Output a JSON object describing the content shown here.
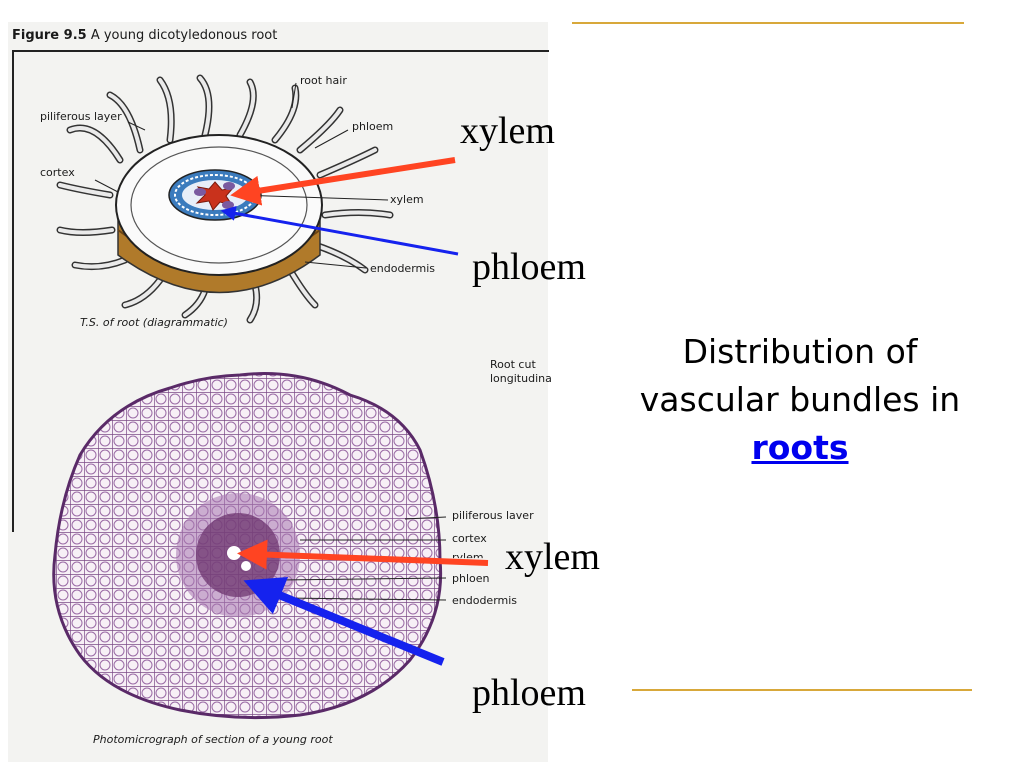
{
  "figure": {
    "number": "Figure 9.5",
    "title": "A young dicotyledonous root",
    "diagram_labels": {
      "root_hair": "root hair",
      "piliferous_layer": "piliferous layer",
      "phloem": "phloem",
      "cortex": "cortex",
      "xylem": "xylem",
      "endodermis": "endodermis"
    },
    "diagram_caption": "T.S. of root (diagrammatic)",
    "side_note_line1": "Root cut",
    "side_note_line2": "longitudina",
    "photo_labels": {
      "piliferous_layer": "piliferous laver",
      "cortex": "cortex",
      "xylem_partial": "rylem",
      "phloem": "phloen",
      "endodermis": "endodermis"
    },
    "photo_caption": "Photomicrograph of section of a young root"
  },
  "annotations": {
    "top_xylem": "xylem",
    "top_phloem": "phloem",
    "bottom_xylem": "xylem",
    "bottom_phloem": "phloem"
  },
  "title": {
    "line1": "Distribution of",
    "line2": "vascular bundles in",
    "link": "roots"
  },
  "colors": {
    "xylem_arrow": "#ff4422",
    "phloem_arrow": "#1522ee",
    "accent_rule": "#d8a83a",
    "link": "#0000ee"
  }
}
